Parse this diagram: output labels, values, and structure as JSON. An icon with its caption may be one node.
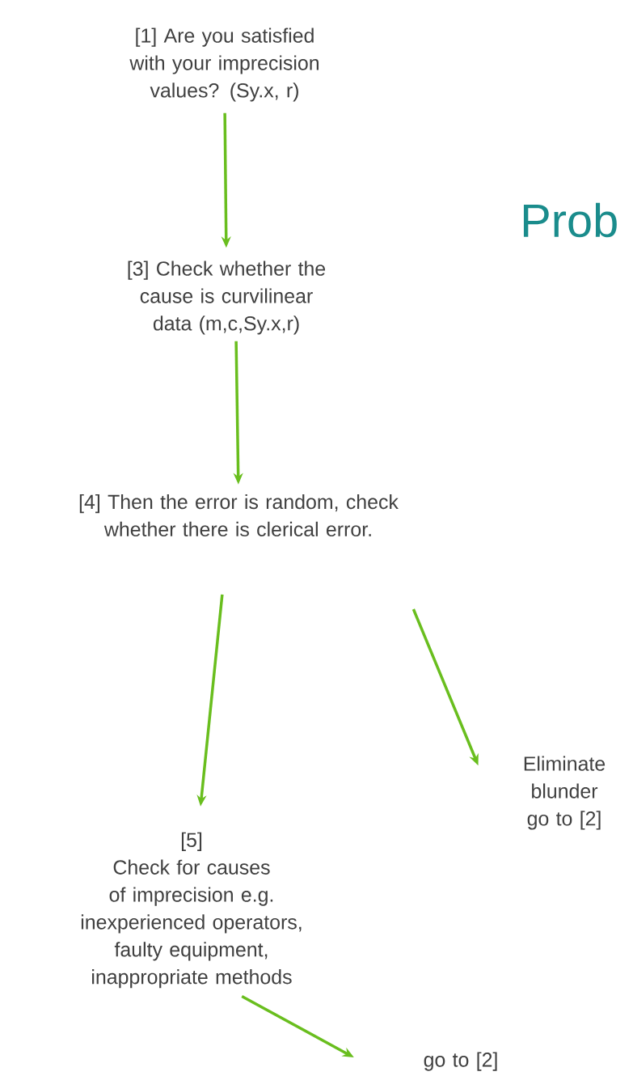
{
  "diagram": {
    "title": "Prob",
    "nodes": [
      {
        "text": [
          "[1] Are you satisfied with your imprecision values? (Sy.x, r)"
        ]
      },
      {
        "text": [
          "[3] Check whether the cause is curvilinear data (m,c,Sy.x,r)"
        ]
      },
      {
        "text": [
          "[4] Then the error is random, check whether there is clerical error."
        ]
      },
      {
        "text": [
          "[5]",
          "Check for causes of imprecision e.g. inexperienced operators, faulty equipment, inappropriate methods"
        ]
      },
      {
        "text": [
          "Eliminate blunder go to [2]"
        ]
      },
      {
        "text": [
          "go to [2]"
        ]
      }
    ],
    "edges": [
      {
        "from": 0,
        "to": 1,
        "arrow": "to"
      },
      {
        "from": 1,
        "to": 2,
        "arrow": "to"
      },
      {
        "from": 2,
        "to": 3,
        "arrow": "to"
      },
      {
        "from": 2,
        "to": 4,
        "arrow": "to"
      },
      {
        "from": 3,
        "to": 5,
        "arrow": "to"
      }
    ]
  }
}
